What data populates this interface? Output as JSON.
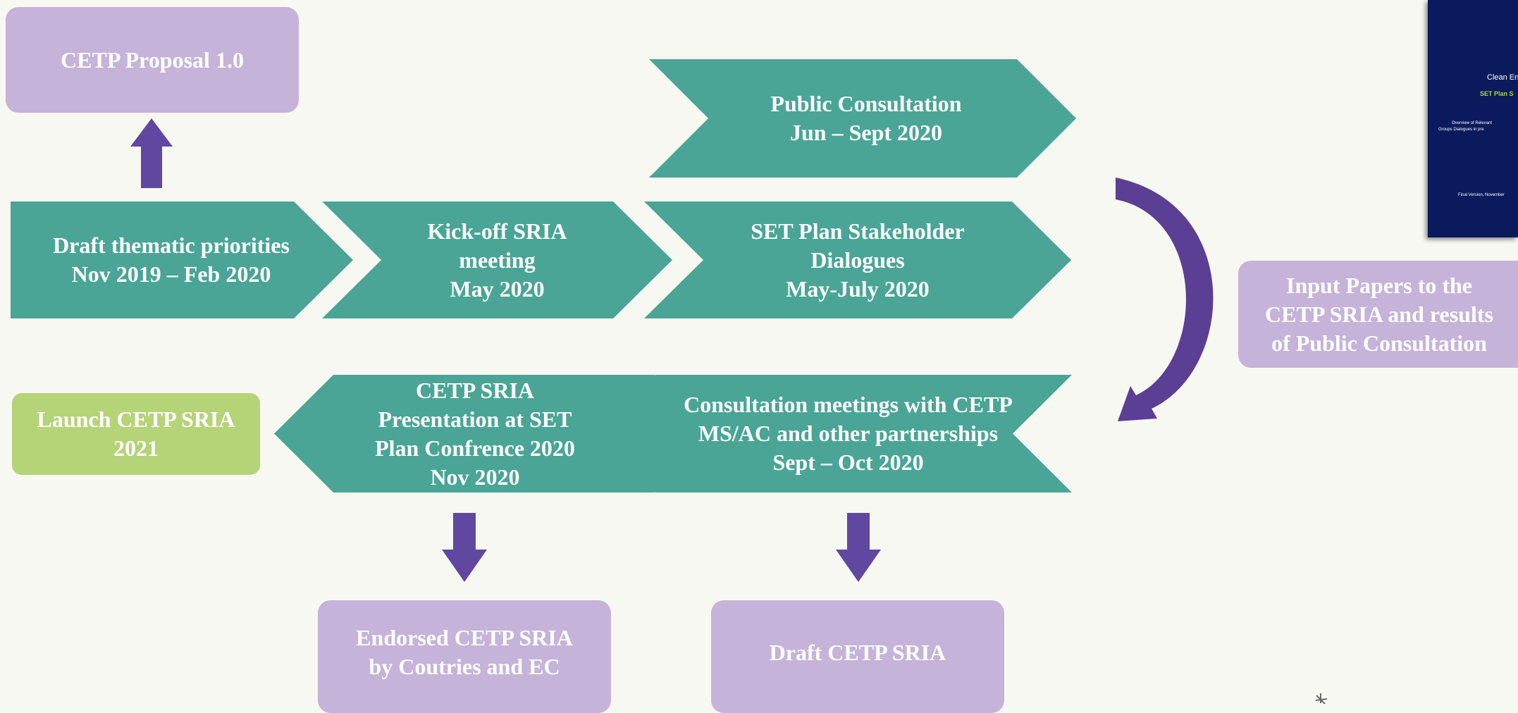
{
  "diagram": {
    "colors": {
      "teal": "#4aa596",
      "lavender": "#c5b3d9",
      "lime": "#b5d377",
      "purple_arrow": "#6048a0",
      "background": "#f8f8f2"
    },
    "cetp_proposal": "CETP Proposal 1.0",
    "public_consultation": "Public Consultation\nJun – Sept 2020",
    "draft_thematic_priorities": "Draft thematic priorities\nNov 2019 – Feb 2020",
    "kickoff_meeting": "Kick-off  SRIA\nmeeting\nMay 2020",
    "stakeholder_dialogues": "SET Plan Stakeholder\nDialogues\nMay-July 2020",
    "input_papers": "Input Papers to the\nCETP SRIA and results\nof Public Consultation",
    "launch": "Launch CETP SRIA\n2021",
    "presentation": "CETP SRIA\nPresentation at SET\nPlan Confrence 2020\nNov 2020",
    "consultation_meetings": "Consultation meetings with CETP\nMS/AC and other partnerships\nSept – Oct 2020",
    "endorsed": "Endorsed CETP SRIA\nby Coutries and EC",
    "draft_sria": "Draft CETP SRIA"
  },
  "document_thumbnail": {
    "line1": "Clean En",
    "line2": "SET Plan S",
    "line3": "Overview of Relevant",
    "line4": "Groups Dialogues in pre",
    "line5": "Final Version, November"
  }
}
